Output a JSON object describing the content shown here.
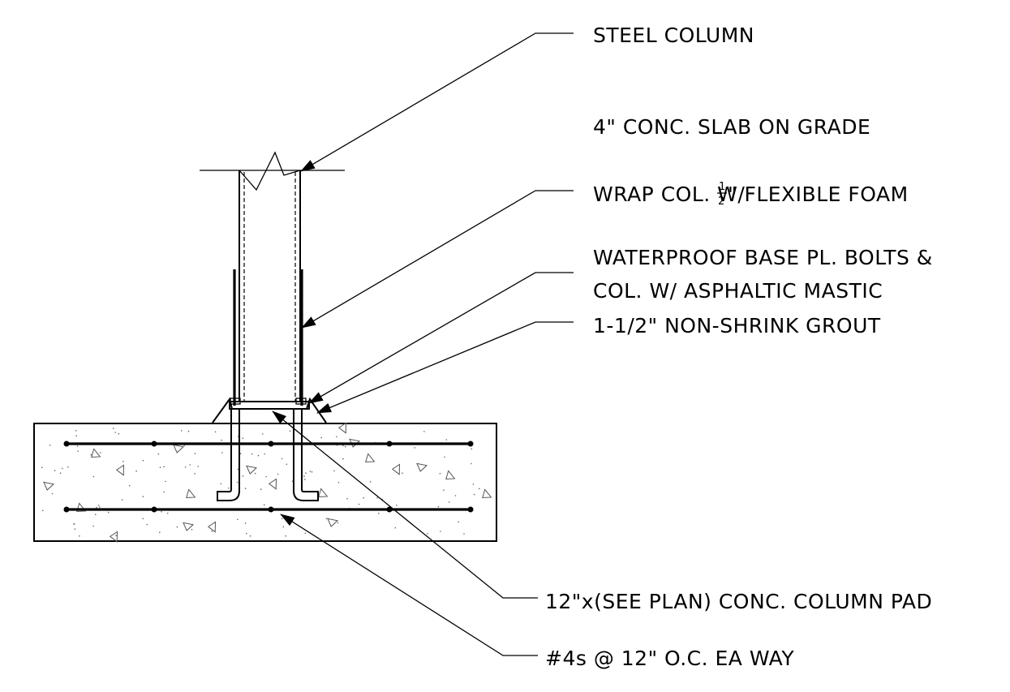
{
  "drawing": {
    "title": "",
    "callouts": {
      "steel_column": "STEEL COLUMN",
      "slab_on_grade": "4\" CONC. SLAB ON GRADE",
      "wrap_col_prefix": "WRAP COL. W/ ",
      "wrap_col_frac_num": "1",
      "wrap_col_frac_den": "2",
      "wrap_col_suffix": "\" FLEXIBLE FOAM",
      "waterproof_line1": "WATERPROOF BASE PL. BOLTS &",
      "waterproof_line2": "COL. W/ ASPHALTIC MASTIC",
      "grout": "1-1/2\" NON-SHRINK GROUT",
      "column_pad": "12\"x(SEE PLAN) CONC. COLUMN PAD",
      "rebar": "#4s @ 12\" O.C. EA WAY"
    }
  }
}
